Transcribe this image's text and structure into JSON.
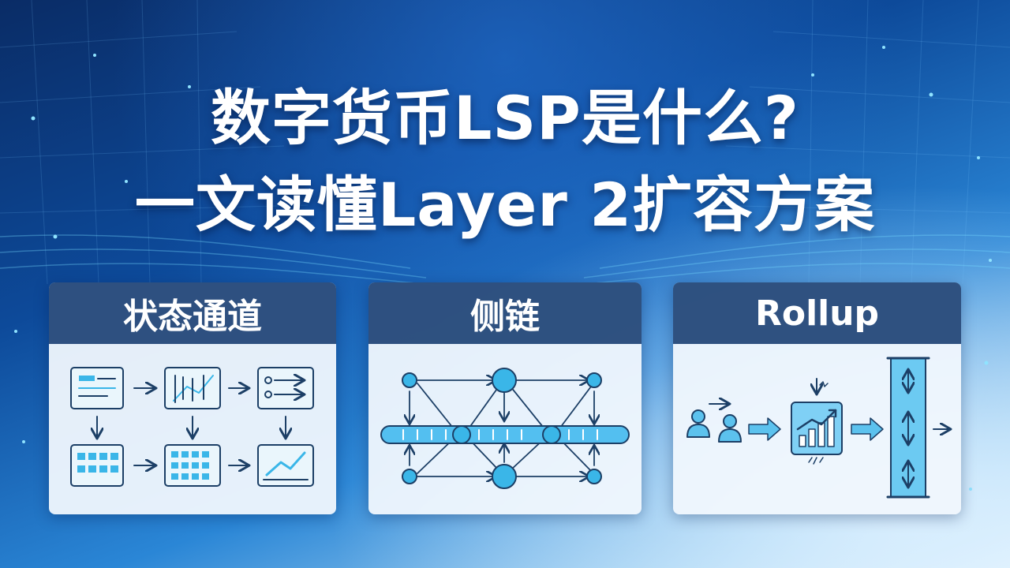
{
  "title": {
    "line1": "数字货币LSP是什么?",
    "line2": "一文读懂Layer 2扩容方案"
  },
  "cards": [
    {
      "label": "状态通道",
      "icon": "state-channel-flow-icon"
    },
    {
      "label": "侧链",
      "icon": "sidechain-network-icon"
    },
    {
      "label": "Rollup",
      "icon": "rollup-batch-icon"
    }
  ],
  "colors": {
    "bg_dark": "#0a2c66",
    "bg_light": "#e6f4fc",
    "card_header": "#143a6e",
    "card_body": "#f0f7fd",
    "accent": "#3ab6e8",
    "line": "#1c3f66"
  }
}
